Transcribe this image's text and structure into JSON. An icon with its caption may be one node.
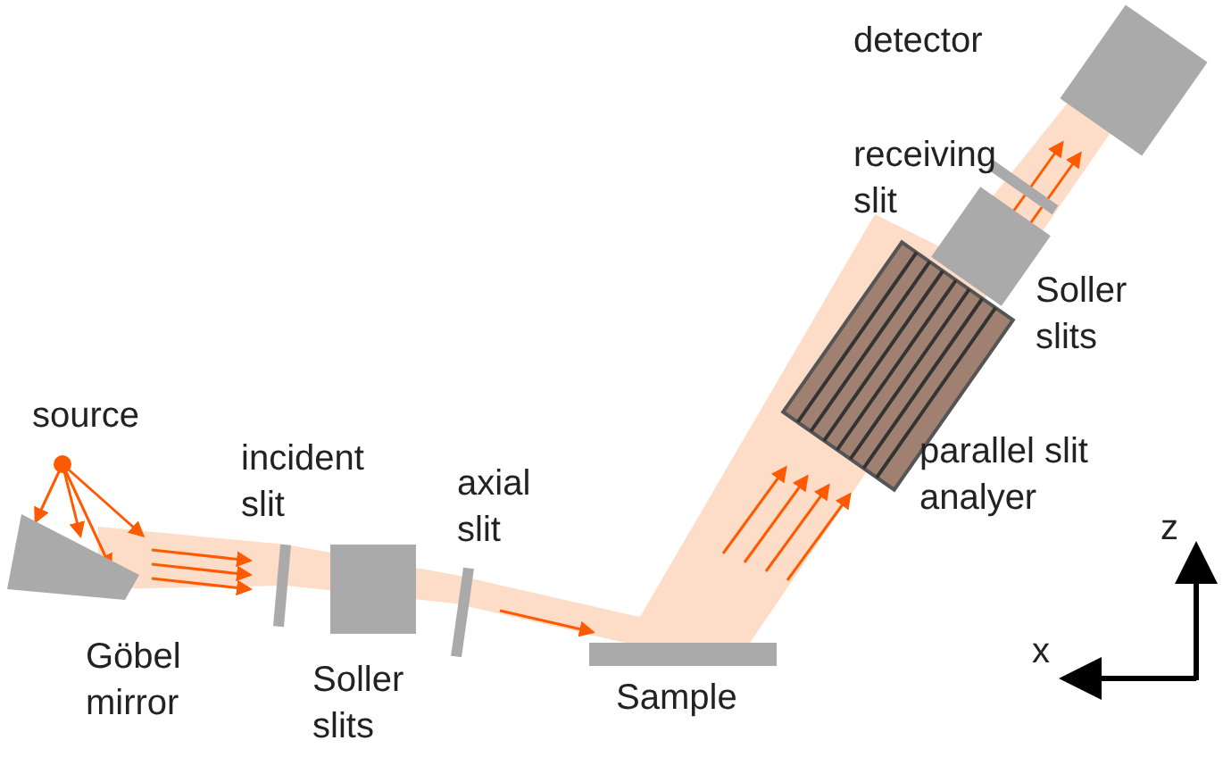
{
  "diagram": {
    "labels": [
      "detector",
      "receiving slit",
      "Soller slits",
      "parallel slit analyer",
      "source",
      "incident slit",
      "axial slit",
      "Göbel mirror",
      "Soller slits",
      "Sample",
      "z",
      "x"
    ]
  }
}
